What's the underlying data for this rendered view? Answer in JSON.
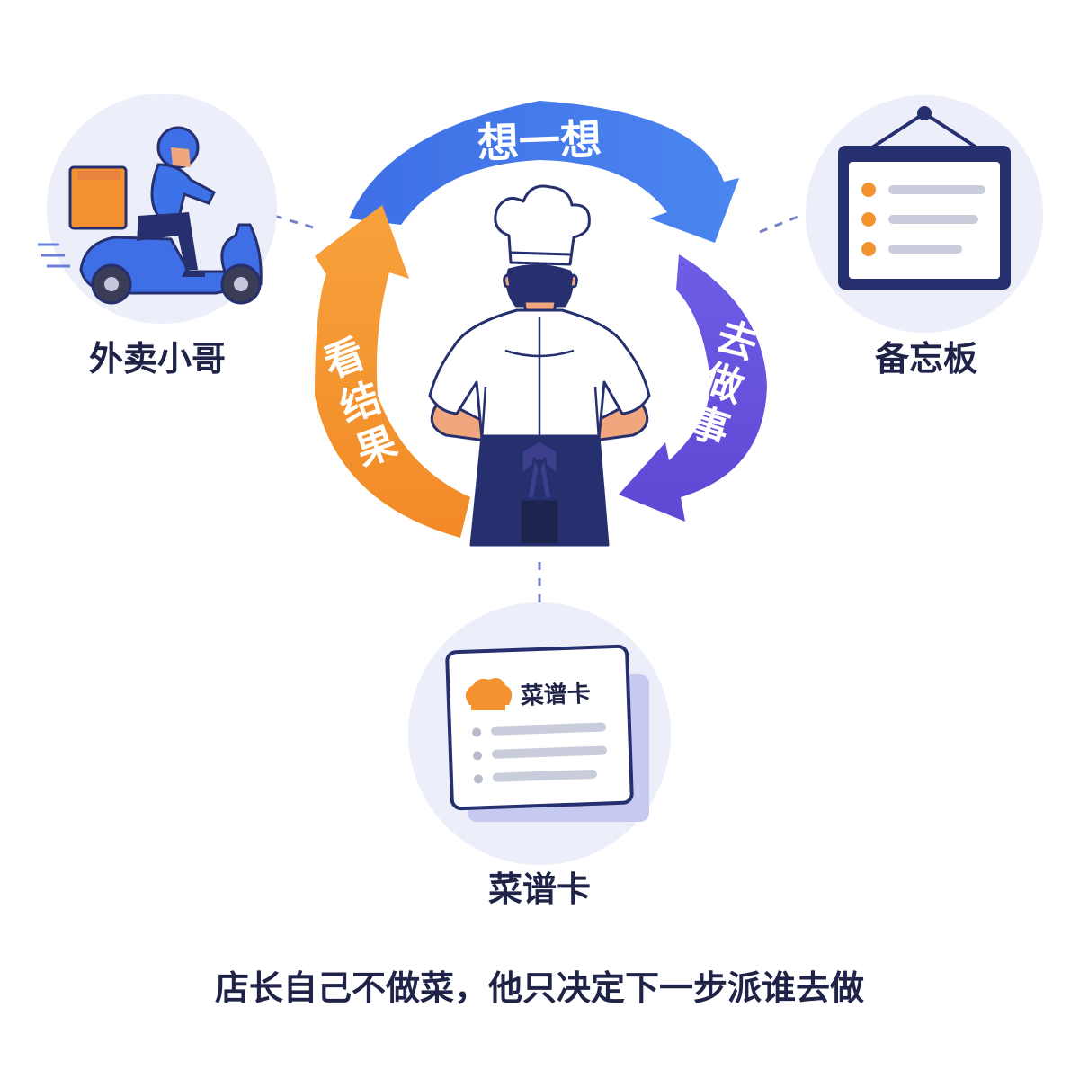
{
  "cycle": {
    "think_label": "想一想",
    "act_label": "去做事",
    "observe_label": "看结果"
  },
  "nodes": {
    "rider_label": "外卖小哥",
    "board_label": "备忘板",
    "recipe_label": "菜谱卡",
    "recipe_card_title": "菜谱卡"
  },
  "caption": "店长自己不做菜，他只决定下一步派谁去做",
  "colors": {
    "think_arrow": "#3d72e8",
    "act_arrow": "#6a57dc",
    "observe_arrow": "#f3922e",
    "circle_bg": "#eceef9",
    "navy": "#27306f",
    "orange": "#f3922e"
  }
}
